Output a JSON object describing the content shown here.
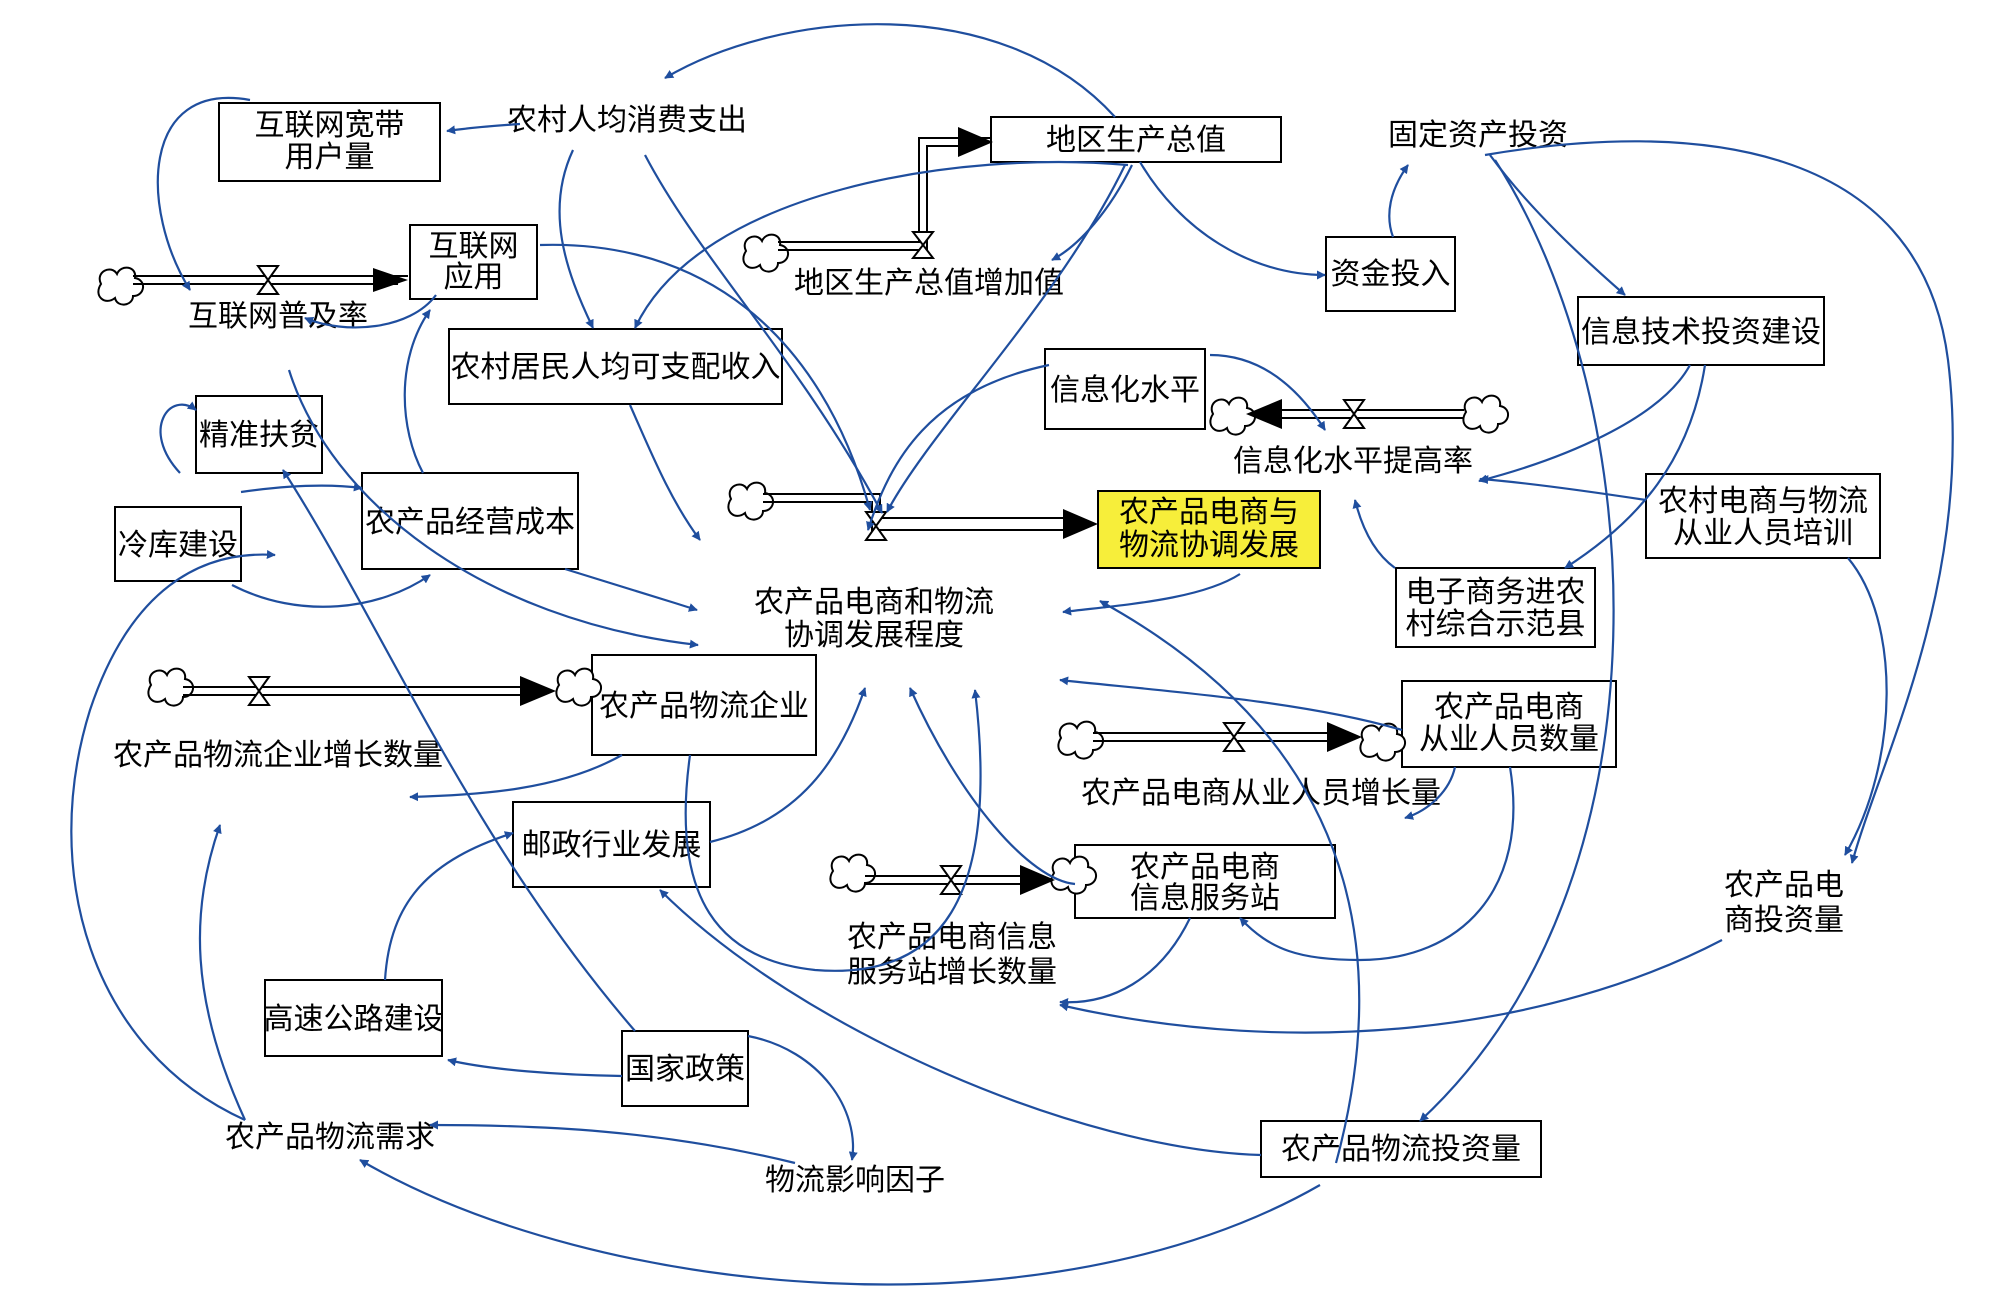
{
  "nodes": {
    "rural_consumption": "农村人均消费支出",
    "broadband_users": [
      "互联网宽带",
      "用户量"
    ],
    "regional_gdp": "地区生产总值",
    "fixed_asset_investment": "固定资产投资",
    "internet_app": [
      "互联网",
      "应用"
    ],
    "gdp_increment": "地区生产总值增加值",
    "capital_input": "资金投入",
    "internet_penetration": "互联网普及率",
    "rural_income": "农村居民人均可支配收入",
    "info_level": "信息化水平",
    "it_investment": "信息技术投资建设",
    "targeted_poverty": "精准扶贫",
    "info_rate": "信息化水平提高率",
    "cold_storage": "冷库建设",
    "operating_cost": "农产品经营成本",
    "coordination": [
      "农产品电商与",
      "物流协调发展"
    ],
    "training": [
      "农村电商与物流",
      "从业人员培训"
    ],
    "coordination_degree": [
      "农产品电商和物流",
      "协调发展程度"
    ],
    "ecommerce_county": [
      "电子商务进农",
      "村综合示范县"
    ],
    "logistics_enterprise": "农产品物流企业",
    "logistics_enterprise_growth": "农产品物流企业增长数量",
    "ec_workers": [
      "农产品电商",
      "从业人员数量"
    ],
    "ec_workers_growth": "农产品电商从业人员增长量",
    "postal": "邮政行业发展",
    "ec_station": [
      "农产品电商",
      "信息服务站"
    ],
    "ec_investment": [
      "农产品电",
      "商投资量"
    ],
    "ec_station_growth": [
      "农产品电商信息",
      "服务站增长数量"
    ],
    "highway": "高速公路建设",
    "national_policy": "国家政策",
    "logistics_demand": "农产品物流需求",
    "logistics_investment": "农产品物流投资量",
    "logistics_factor": "物流影响因子"
  },
  "colors": {
    "link": "#1f4e9e",
    "highlight": "#f7ee3a",
    "stock_border": "#000000"
  }
}
